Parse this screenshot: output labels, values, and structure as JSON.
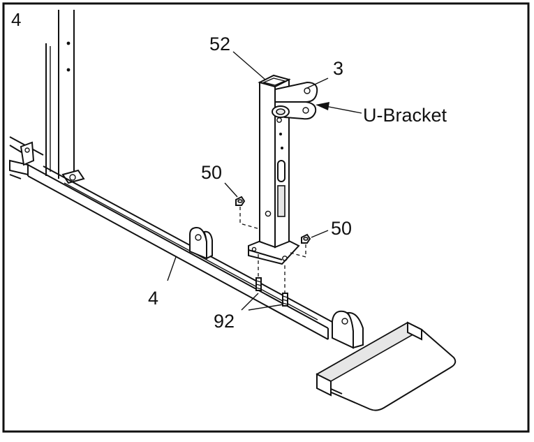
{
  "step_number": "4",
  "labels": {
    "tube_top": "52",
    "bracket_plate": "3",
    "u_bracket": "U-Bracket",
    "nut_left": "50",
    "nut_right": "50",
    "base_frame": "4",
    "bolts": "92"
  },
  "colors": {
    "line": "#111111",
    "background": "#ffffff"
  }
}
